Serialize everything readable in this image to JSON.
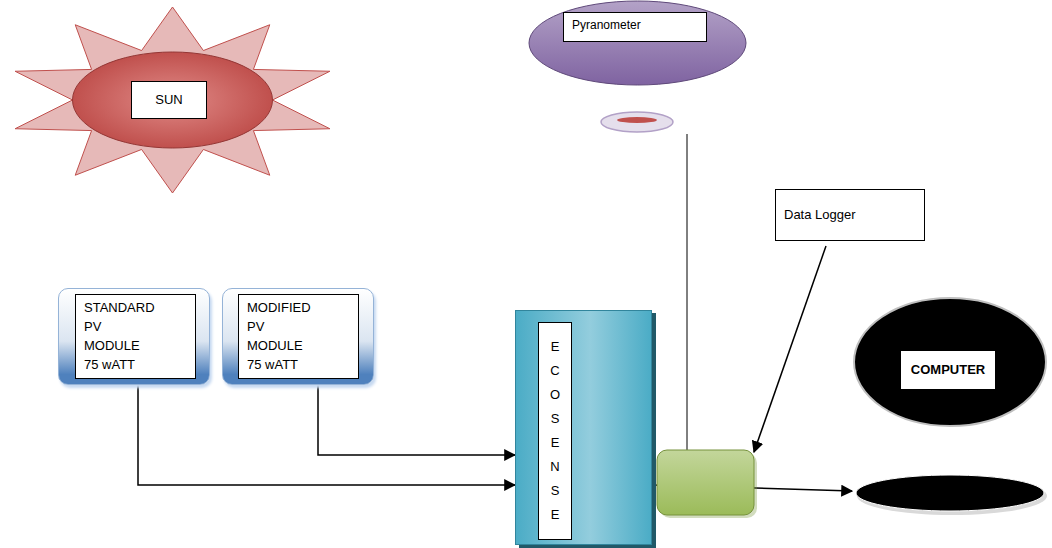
{
  "diagram": {
    "nodes": [
      {
        "text": [
          "SUN"
        ]
      },
      {
        "text": [
          "Pyranometer"
        ]
      },
      {
        "text": [
          "Data Logger"
        ]
      },
      {
        "text": [
          "STANDARD PV MODULE 75 wATT"
        ]
      },
      {
        "text": [
          "MODIFIED PV MODULE 75 wATT"
        ]
      },
      {
        "text": [
          "ECOSENSE"
        ]
      },
      {
        "text": [
          "COMPUTER"
        ]
      }
    ],
    "edges": [
      {
        "from": 3,
        "to": 5,
        "arrow": "to"
      },
      {
        "from": 4,
        "to": 5,
        "arrow": "to"
      },
      {
        "from": 5,
        "to": 6,
        "arrow": "to"
      }
    ]
  }
}
